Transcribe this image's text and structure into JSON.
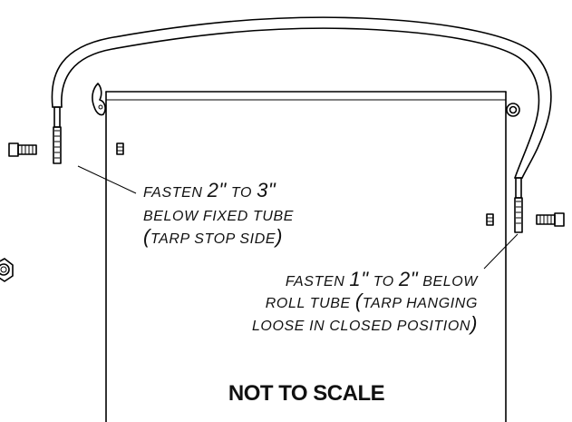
{
  "callout_fixed_tube": {
    "line1_prefix": "FASTEN ",
    "line1_big1": "2\"",
    "line1_mid": " TO ",
    "line1_big2": "3\"",
    "line2": "BELOW FIXED TUBE",
    "line3_paren_open": "(",
    "line3_text": "TARP STOP SIDE",
    "line3_paren_close": ")"
  },
  "callout_roll_tube": {
    "line1_prefix": "FASTEN ",
    "line1_big1": "1\"",
    "line1_mid": " TO ",
    "line1_big2": "2\"",
    "line1_suffix": " BELOW",
    "line2_prefix": "ROLL TUBE ",
    "line2_paren_open": "(",
    "line2_text": "TARP HANGING",
    "line3_text": "LOOSE IN CLOSED POSITION",
    "line3_paren_close": ")"
  },
  "scale_note": "NOT TO SCALE",
  "colors": {
    "line": "#000000",
    "background": "#ffffff"
  }
}
